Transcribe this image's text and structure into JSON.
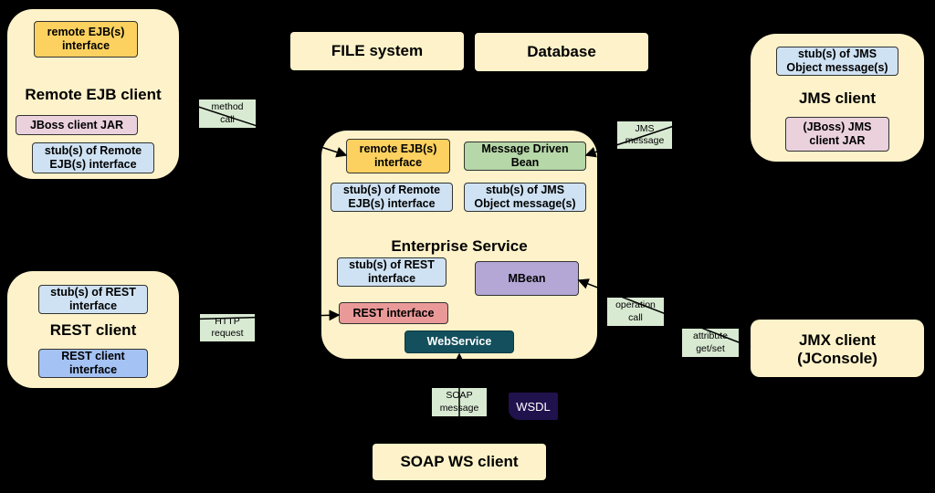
{
  "remote_ejb_client": {
    "title": "Remote EJB client",
    "interface": "remote EJB(s)\ninterface",
    "jboss_jar": "JBoss client JAR",
    "stubs": "stub(s) of Remote\nEJB(s) interface"
  },
  "file_system": "FILE system",
  "database": "Database",
  "jms_client": {
    "title": "JMS client",
    "stubs": "stub(s) of JMS\nObject message(s)",
    "jboss_jar": "(JBoss) JMS\nclient JAR"
  },
  "enterprise_service": {
    "title": "Enterprise Service",
    "remote_ejb_interface": "remote EJB(s)\ninterface",
    "mdb": "Message Driven\nBean",
    "stubs_remote": "stub(s) of Remote\nEJB(s) interface",
    "stubs_jms": "stub(s) of JMS\nObject message(s)",
    "stubs_rest": "stub(s) of REST\ninterface",
    "mbean": "MBean",
    "rest_interface": "REST interface",
    "webservice": "WebService"
  },
  "rest_client": {
    "title": "REST client",
    "stubs": "stub(s) of REST\ninterface",
    "interface": "REST client\ninterface"
  },
  "jmx_client": {
    "title": "JMX client\n(JConsole)"
  },
  "soap_client": {
    "title": "SOAP WS client"
  },
  "wsdl": "WSDL",
  "labels": {
    "method_call": "method\ncall",
    "jms_message": "JMS\nmessage",
    "http_request": "HTTP\nrequest",
    "operation_call": "operation\ncall",
    "attribute_getset": "attribute\nget/set",
    "soap_message": "SOAP\nmessage"
  },
  "colors": {
    "background": "#000000",
    "panel": "#fdf2c9",
    "blue": "#cfe2f3",
    "yellow": "#fcd15f",
    "pink": "#ead1dc",
    "green": "#b6d7a8",
    "purple": "#b4a7d6",
    "red": "#ea9999",
    "teal": "#134f5c",
    "label": "#d9ead3",
    "wsdl": "#20124d"
  }
}
